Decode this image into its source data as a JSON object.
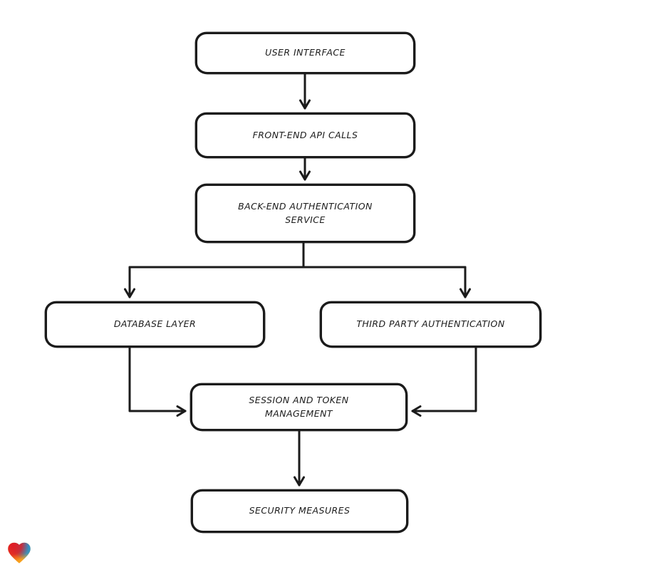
{
  "diagram": {
    "type": "flowchart",
    "style": "hand-drawn",
    "nodes": [
      {
        "id": "user-interface",
        "label": "USER INTERFACE"
      },
      {
        "id": "front-end-api-calls",
        "label": "FRONT-END API CALLS"
      },
      {
        "id": "back-end-authentication-service",
        "label": "BACK-END AUTHENTICATION SERVICE"
      },
      {
        "id": "database-layer",
        "label": "DATABASE LAYER"
      },
      {
        "id": "third-party-authentication",
        "label": "THIRD PARTY AUTHENTICATION"
      },
      {
        "id": "session-and-token-management",
        "label": "SESSION AND TOKEN MANAGEMENT"
      },
      {
        "id": "security-measures",
        "label": "SECURITY MEASURES"
      }
    ],
    "edges": [
      {
        "from": "user-interface",
        "to": "front-end-api-calls"
      },
      {
        "from": "front-end-api-calls",
        "to": "back-end-authentication-service"
      },
      {
        "from": "back-end-authentication-service",
        "to": "database-layer"
      },
      {
        "from": "back-end-authentication-service",
        "to": "third-party-authentication"
      },
      {
        "from": "database-layer",
        "to": "session-and-token-management"
      },
      {
        "from": "third-party-authentication",
        "to": "session-and-token-management"
      },
      {
        "from": "session-and-token-management",
        "to": "security-measures"
      }
    ],
    "colors": {
      "background": "#ffffff",
      "stroke": "#1b1b1b",
      "node_fill": "#ffffff",
      "logo_red": "#e11b26",
      "logo_blue": "#2293d2",
      "logo_green": "#4ea43b",
      "logo_orange": "#f7a01c"
    },
    "logo_name": "heart-logo"
  }
}
